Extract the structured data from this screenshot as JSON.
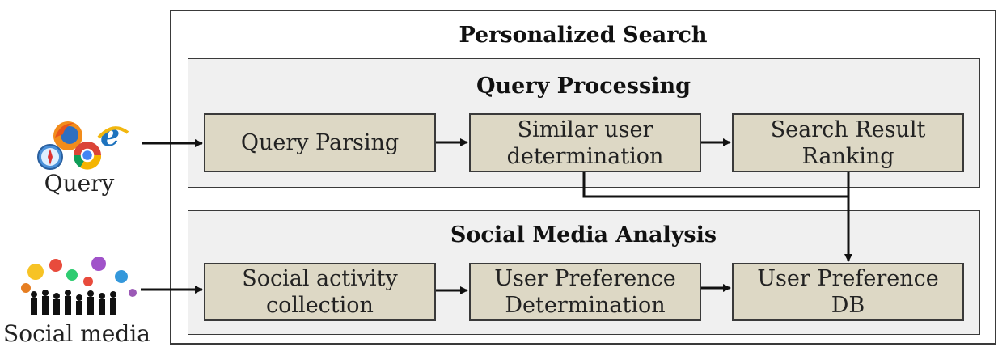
{
  "outer": {
    "title": "Personalized Search"
  },
  "query_processing": {
    "title": "Query Processing",
    "boxes": [
      "Query Parsing",
      "Similar user\ndetermination",
      "Search Result\nRanking"
    ]
  },
  "social_media_analysis": {
    "title": "Social Media Analysis",
    "boxes": [
      "Social activity\ncollection",
      "User Preference\nDetermination",
      "User Preference\nDB"
    ]
  },
  "inputs": {
    "query_label": "Query",
    "social_label": "Social media",
    "query_icon": "browser-logos-icon",
    "social_icon": "social-crowd-icon"
  },
  "colors": {
    "box_fill": "#ddd8c5",
    "panel_fill": "#f0f0f0",
    "line": "#111111"
  }
}
